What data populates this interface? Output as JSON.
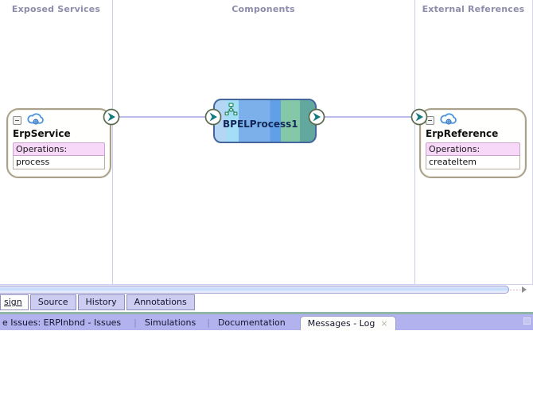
{
  "canvas": {
    "columns": [
      {
        "title": "Exposed Services"
      },
      {
        "title": "Components"
      },
      {
        "title": "External References"
      }
    ],
    "service": {
      "name": "ErpService",
      "operations_label": "Operations:",
      "operations": [
        "process"
      ]
    },
    "component": {
      "name": "BPELProcess1"
    },
    "reference": {
      "name": "ErpReference",
      "operations_label": "Operations:",
      "operations": [
        "createItem"
      ]
    }
  },
  "editor_tabs": {
    "items": [
      {
        "label": "sign",
        "active": true
      },
      {
        "label": "Source",
        "active": false
      },
      {
        "label": "History",
        "active": false
      },
      {
        "label": "Annotations",
        "active": false
      }
    ]
  },
  "bottom_tabs": {
    "separator": "|",
    "items": [
      "e Issues: ERPInbnd - Issues",
      "Simulations",
      "Documentation"
    ],
    "active": "Messages - Log",
    "close_label": "×"
  },
  "colors": {
    "header_text": "#8c8cac",
    "lane_divider": "#ccccf0",
    "component_border": "#44669c",
    "operations_band": "#f8d8f8",
    "endpoint_arrow": "#0e7a7e",
    "panel_strip_background": "#b2b2ee",
    "teal_divider": "#8fb6a6"
  }
}
